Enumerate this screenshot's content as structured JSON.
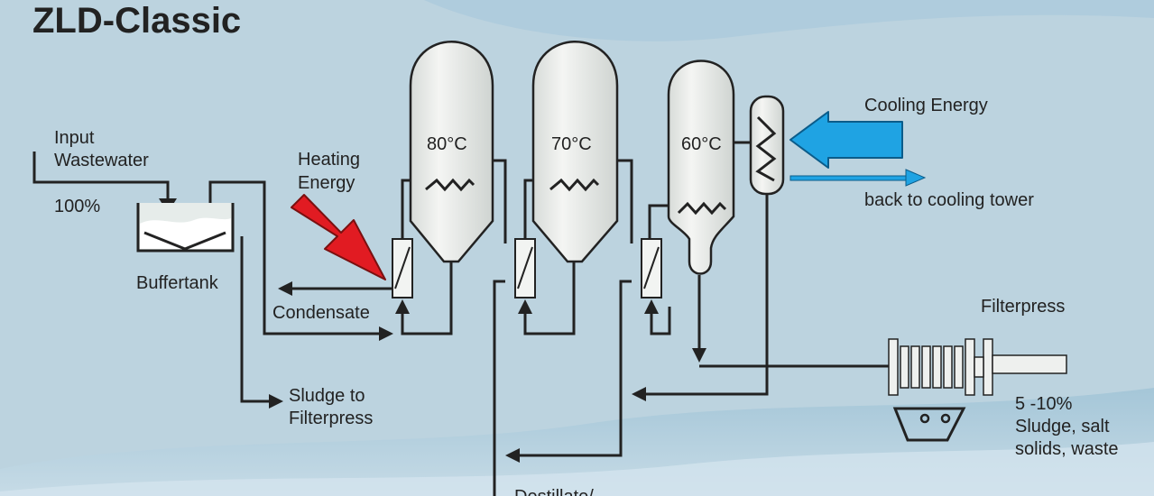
{
  "title": "ZLD-Classic",
  "labels": {
    "input_line1": "Input",
    "input_line2": "Wastewater",
    "input_percent": "100%",
    "buffertank": "Buffertank",
    "heating_line1": "Heating",
    "heating_line2": "Energy",
    "condensate": "Condensate",
    "sludge_line1": "Sludge to",
    "sludge_line2": "Filterpress",
    "cooling_energy": "Cooling Energy",
    "back_to_cooling": "back to cooling tower",
    "filterpress": "Filterpress",
    "output_percent": "5 -10%",
    "output_line2": "Sludge, salt",
    "output_line3": "solids, waste",
    "distillate": "Destillate/"
  },
  "stages": [
    {
      "temperature": "80°C"
    },
    {
      "temperature": "70°C"
    },
    {
      "temperature": "60°C"
    }
  ],
  "colors": {
    "background": "#bcd3df",
    "heating_arrow": "#e11b22",
    "cooling_arrow": "#1fa3e3",
    "vessel_fill": "#eef0ee",
    "line": "#222222"
  }
}
